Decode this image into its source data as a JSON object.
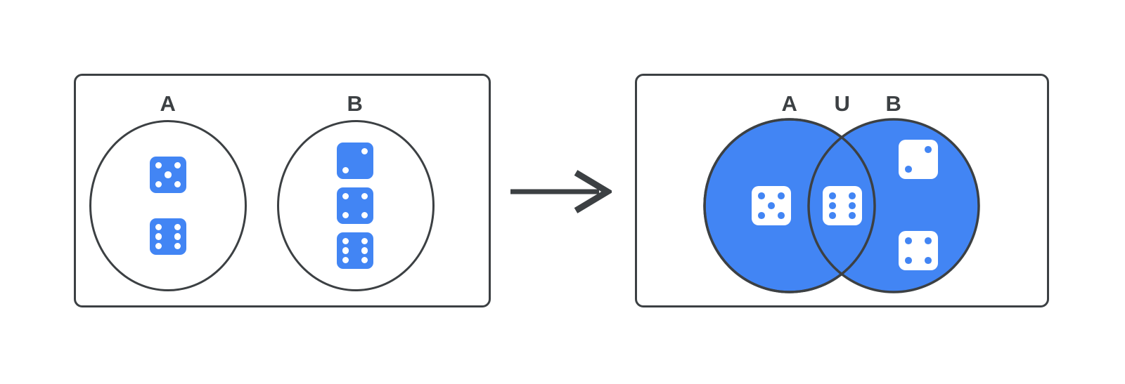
{
  "colors": {
    "blue": "#4285F4",
    "outline": "#3C4043",
    "text": "#3C4043",
    "background": "#FFFFFF"
  },
  "left_panel": {
    "sets": [
      {
        "label": "A",
        "dice": [
          5,
          6
        ]
      },
      {
        "label": "B",
        "dice": [
          2,
          4,
          6
        ]
      }
    ]
  },
  "arrow": {
    "icon": "right-arrow"
  },
  "venn_panel": {
    "label_left": "A",
    "label_operator": "U",
    "label_right": "B",
    "regions": {
      "a_only": {
        "dice": [
          5
        ]
      },
      "intersection": {
        "dice": [
          6
        ]
      },
      "b_only": {
        "dice": [
          2,
          4
        ]
      }
    }
  },
  "diagram": {
    "type": "venn-union",
    "set_a": [
      5,
      6
    ],
    "set_b": [
      2,
      4,
      6
    ],
    "intersection": [
      6
    ],
    "union": [
      5,
      6,
      2,
      4
    ]
  }
}
